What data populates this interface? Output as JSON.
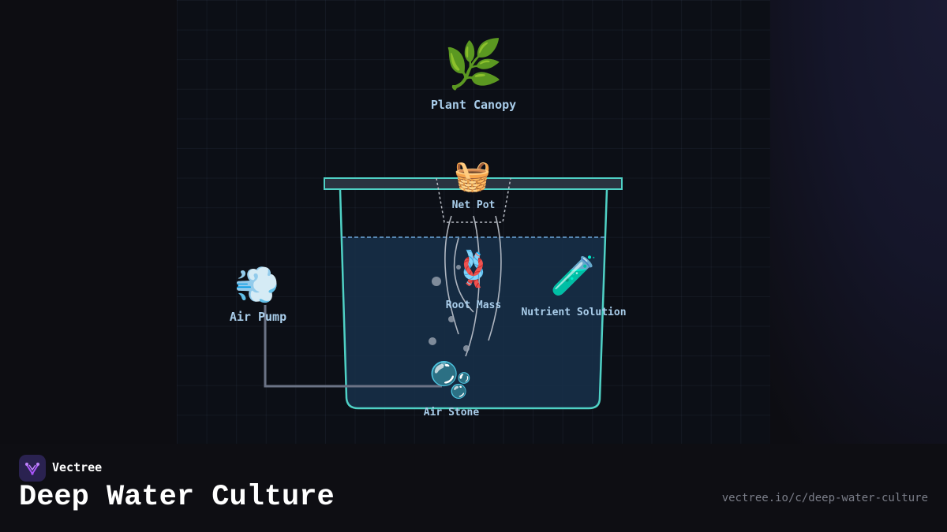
{
  "diagram": {
    "nodes": {
      "plant_canopy": {
        "label": "Plant Canopy",
        "icon": "herb-icon",
        "glyph": "🌿"
      },
      "net_pot": {
        "label": "Net Pot",
        "icon": "basket-icon",
        "glyph": "🧺"
      },
      "root_mass": {
        "label": "Root Mass",
        "icon": "knot-icon",
        "glyph": "🪢"
      },
      "nutrient_solution": {
        "label": "Nutrient Solution",
        "icon": "test-tube-icon",
        "glyph": "🧪"
      },
      "air_pump": {
        "label": "Air Pump",
        "icon": "wind-icon",
        "glyph": "💨"
      },
      "air_stone": {
        "label": "Air Stone",
        "icon": "bubbles-icon",
        "glyph": "🫧"
      }
    },
    "colors": {
      "reservoir_outline": "#4fd1c5",
      "water_fill": "#17304a",
      "water_line": "#6fa8dc",
      "air_line": "#6b7385",
      "label_text": "#a9cdea",
      "roots": "#c9ced6"
    }
  },
  "footer": {
    "brand": "Vectree",
    "title": "Deep Water Culture",
    "url": "vectree.io/c/deep-water-culture",
    "logo_color": "#a855f7"
  }
}
